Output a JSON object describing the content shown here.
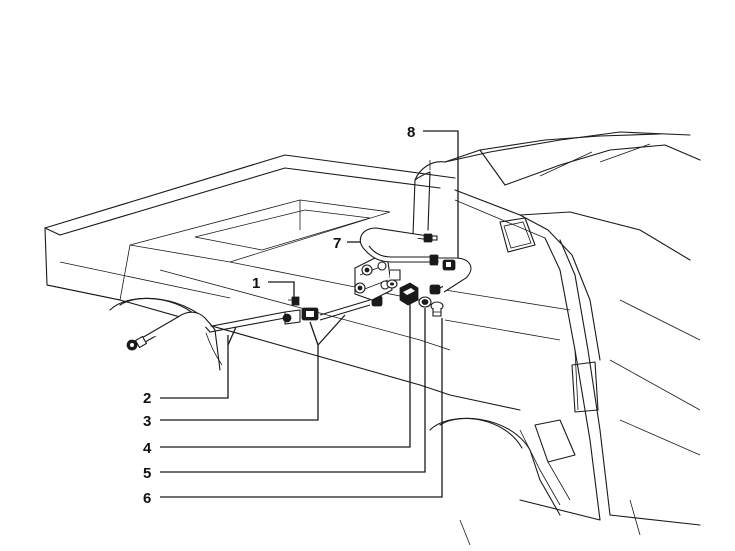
{
  "callouts": [
    {
      "id": "1",
      "label": "1"
    },
    {
      "id": "2",
      "label": "2"
    },
    {
      "id": "3",
      "label": "3"
    },
    {
      "id": "4",
      "label": "4"
    },
    {
      "id": "5",
      "label": "5"
    },
    {
      "id": "6",
      "label": "6"
    },
    {
      "id": "7",
      "label": "7"
    },
    {
      "id": "8",
      "label": "8"
    }
  ],
  "colors": {
    "ink": "#1a1a1a",
    "paper": "#ffffff"
  }
}
